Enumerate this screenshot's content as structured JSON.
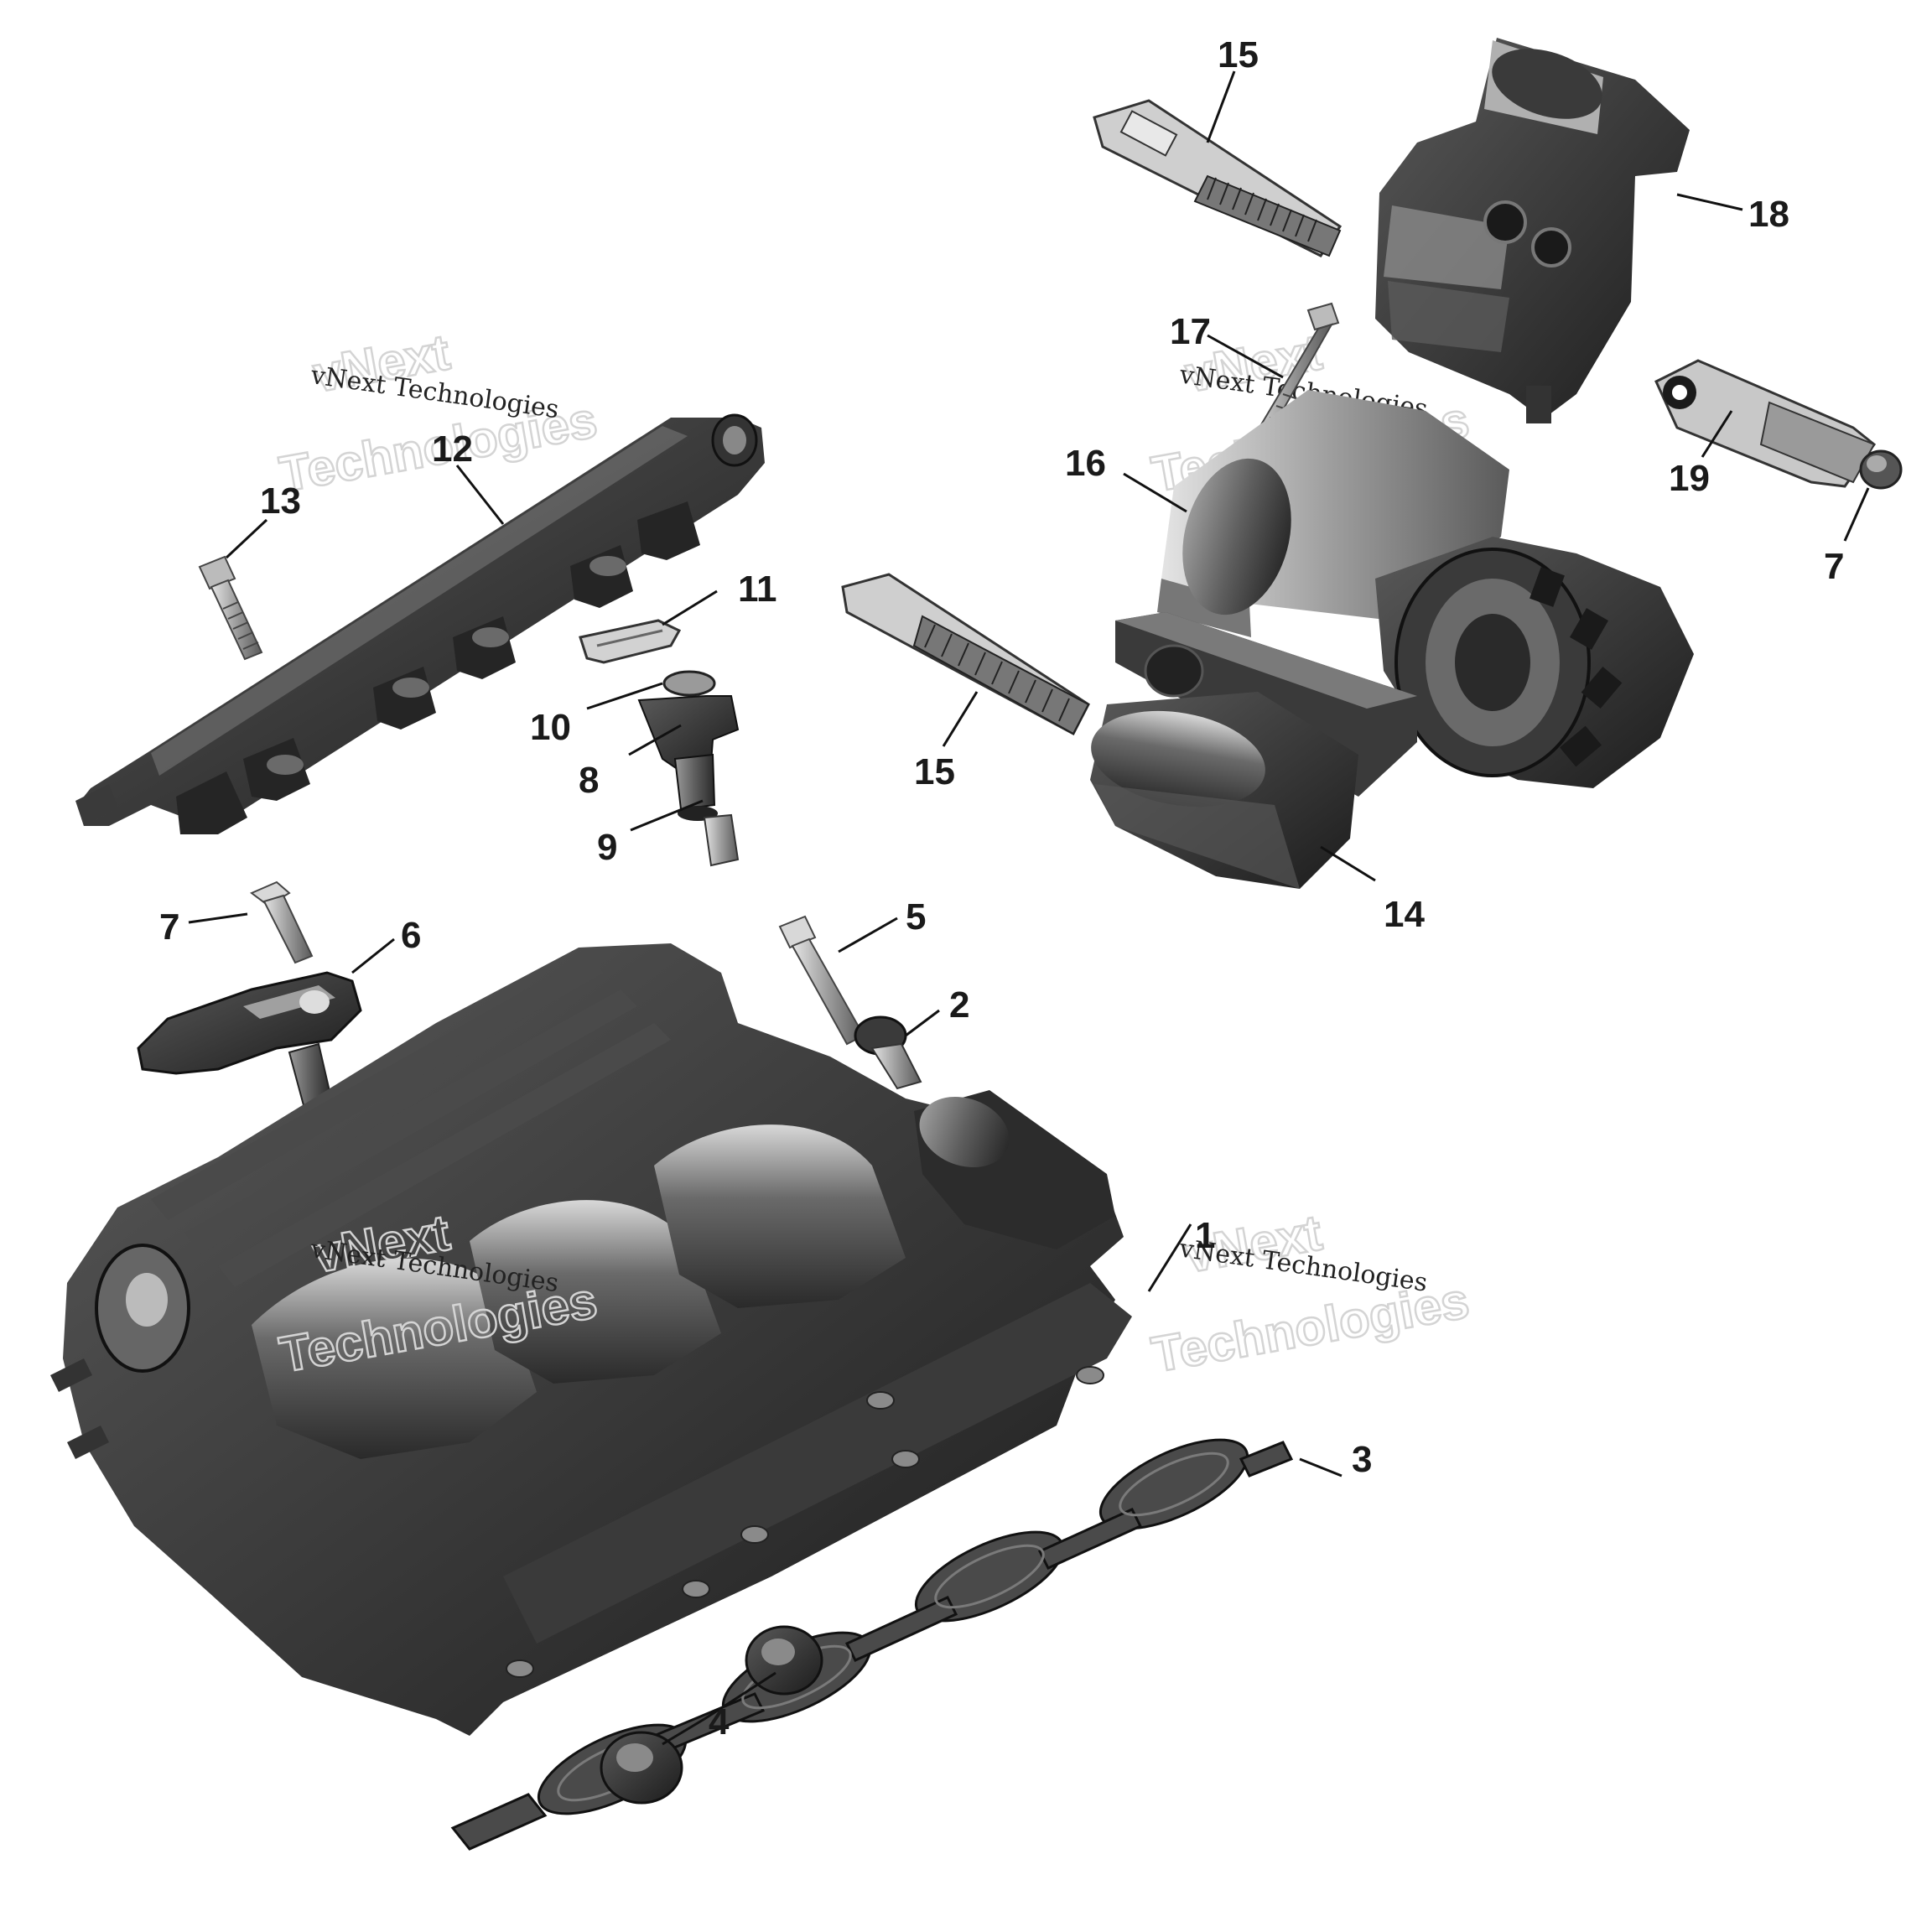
{
  "diagram": {
    "colors": {
      "dark": "#222222",
      "mid": "#4a4a4a",
      "light": "#8a8a8a",
      "pale": "#bdbdbd",
      "highlight": "#e6e6e6"
    },
    "callouts": {
      "c1": "1",
      "c2": "2",
      "c3": "3",
      "c4": "4",
      "c5": "5",
      "c6": "6",
      "c7a": "7",
      "c7b": "7",
      "c8": "8",
      "c9": "9",
      "c10": "10",
      "c11": "11",
      "c12": "12",
      "c13": "13",
      "c14": "14",
      "c15a": "15",
      "c15b": "15",
      "c16": "16",
      "c17": "17",
      "c18": "18",
      "c19": "19"
    },
    "watermarks": {
      "w1_big_a": "vNext",
      "w1_big_b": "Technologies",
      "w1_small": "vNext Technologies",
      "w2_big_a": "vNext",
      "w2_big_b": "Technologies",
      "w2_small": "vNext Technologies",
      "w3_big_a": "vNext",
      "w3_big_b": "Technologies",
      "w3_small": "vNext Technologies",
      "w4_big_a": "vNext",
      "w4_big_b": "Technologies",
      "w4_small": "vNext Technologies"
    }
  }
}
